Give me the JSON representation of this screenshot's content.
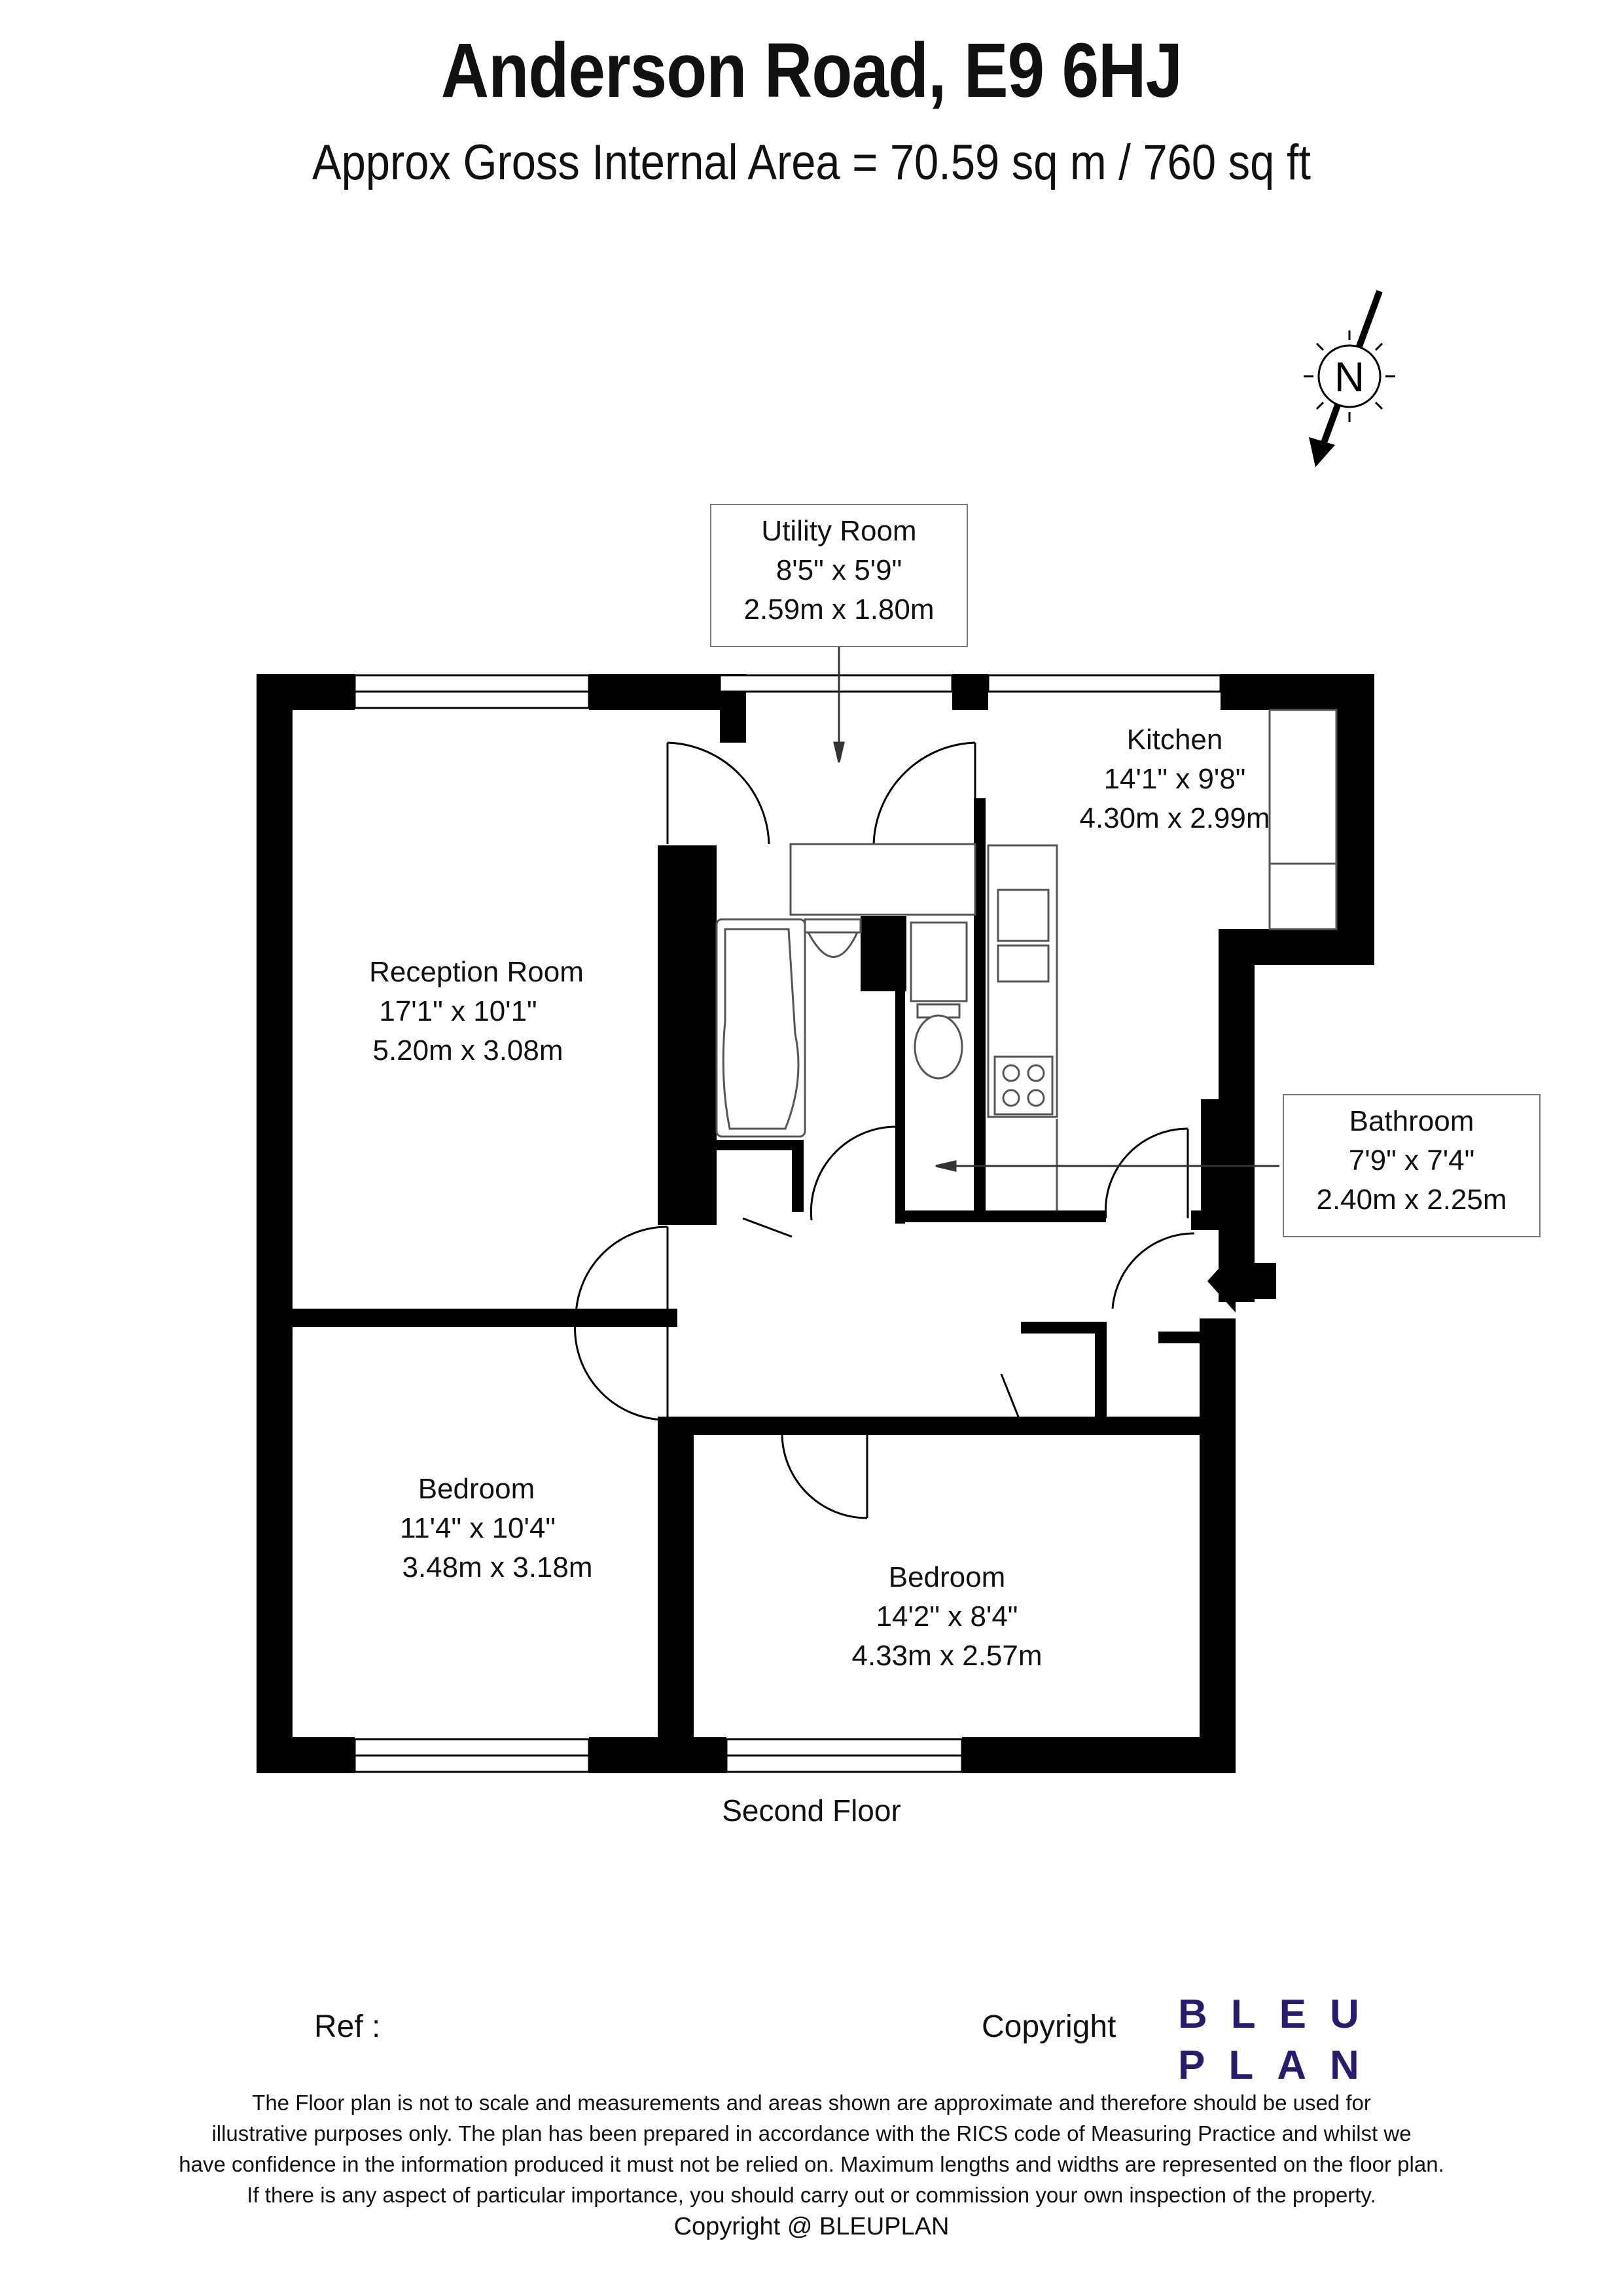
{
  "header": {
    "title": "Anderson Road, E9 6HJ",
    "area": "Approx Gross Internal Area = 70.59 sq m / 760 sq ft"
  },
  "compass": {
    "label": "N"
  },
  "rooms": {
    "utility": {
      "name": "Utility Room",
      "imperial": "8'5\" x 5'9\"",
      "metric": "2.59m x 1.80m"
    },
    "kitchen": {
      "name": "Kitchen",
      "imperial": "14'1\" x 9'8\"",
      "metric": "4.30m x 2.99m"
    },
    "reception": {
      "name": "Reception Room",
      "imperial": "17'1\" x 10'1\"",
      "metric": "5.20m x 3.08m"
    },
    "bathroom": {
      "name": "Bathroom",
      "imperial": "7'9\" x 7'4\"",
      "metric": "2.40m x 2.25m"
    },
    "bedroom1": {
      "name": "Bedroom",
      "imperial": "11'4\" x 10'4\"",
      "metric": "3.48m x 3.18m"
    },
    "bedroom2": {
      "name": "Bedroom",
      "imperial": "14'2\" x 8'4\"",
      "metric": "4.33m x 2.57m"
    }
  },
  "floor_name": "Second Floor",
  "footer": {
    "ref": "Ref  :",
    "copyright": "Copyright",
    "logo_line1": "BLEU",
    "logo_line2": "PLAN",
    "disclaimer": [
      "The Floor plan is not to scale and measurements and areas shown are approximate and therefore should be used for",
      "illustrative purposes only. The plan has been prepared in accordance with the RICS code of Measuring Practice and whilst we",
      "have confidence in the information produced it must not be relied on. Maximum lengths and widths are represented on the floor plan.",
      "If there is any aspect of particular importance, you should carry out or commission your own inspection of the property."
    ],
    "copyright_line": "Copyright @ BLEUPLAN"
  },
  "colors": {
    "wall": "#000000",
    "logo": "#2a1b6e",
    "fixture": "#555555"
  }
}
